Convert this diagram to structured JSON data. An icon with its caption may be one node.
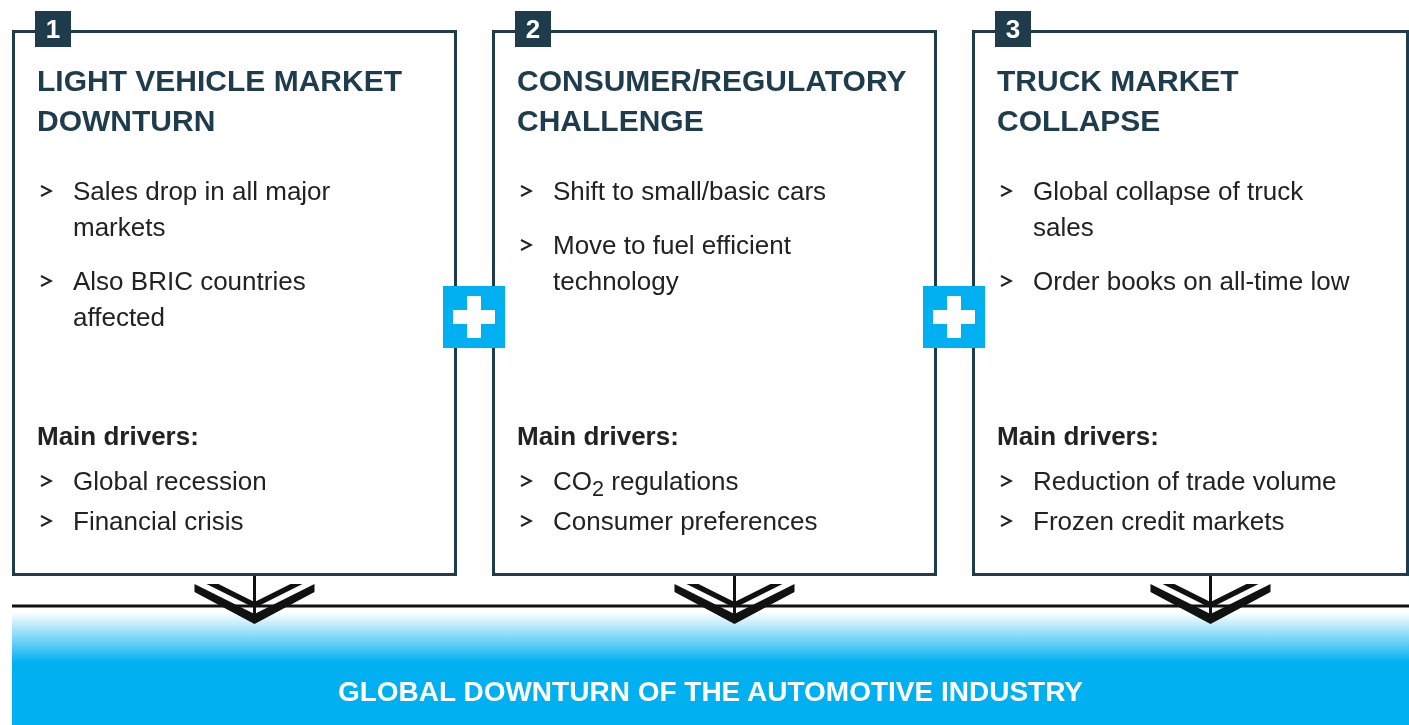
{
  "diagram": {
    "nodes": [
      {
        "text": [
          "1",
          "LIGHT VEHICLE MARKET DOWNTURN",
          "Sales drop in all major markets",
          "Also BRIC countries affected",
          "Main drivers:",
          "Global recession",
          "Financial crisis"
        ]
      },
      {
        "text": [
          "2",
          "CONSUMER/REGULATORY CHALLENGE",
          "Shift to small/basic cars",
          "Move to fuel efficient technology",
          "Main drivers:",
          "CO$_{2}$ regulations",
          "Consumer preferences"
        ]
      },
      {
        "text": [
          "3",
          "TRUCK MARKET COLLAPSE",
          "Global collapse of truck sales",
          "Order books on all-time low",
          "Main drivers:",
          "Reduction of trade volume",
          "Frozen credit markets"
        ]
      },
      {
        "text": [
          "GLOBAL DOWNTURN OF THE AUTOMOTIVE INDUSTRY"
        ]
      }
    ],
    "edges": [
      {
        "from": 0,
        "to": 3,
        "arrow": "to"
      },
      {
        "from": 1,
        "to": 3,
        "arrow": "to"
      },
      {
        "from": 2,
        "to": 3,
        "arrow": "to"
      }
    ]
  }
}
